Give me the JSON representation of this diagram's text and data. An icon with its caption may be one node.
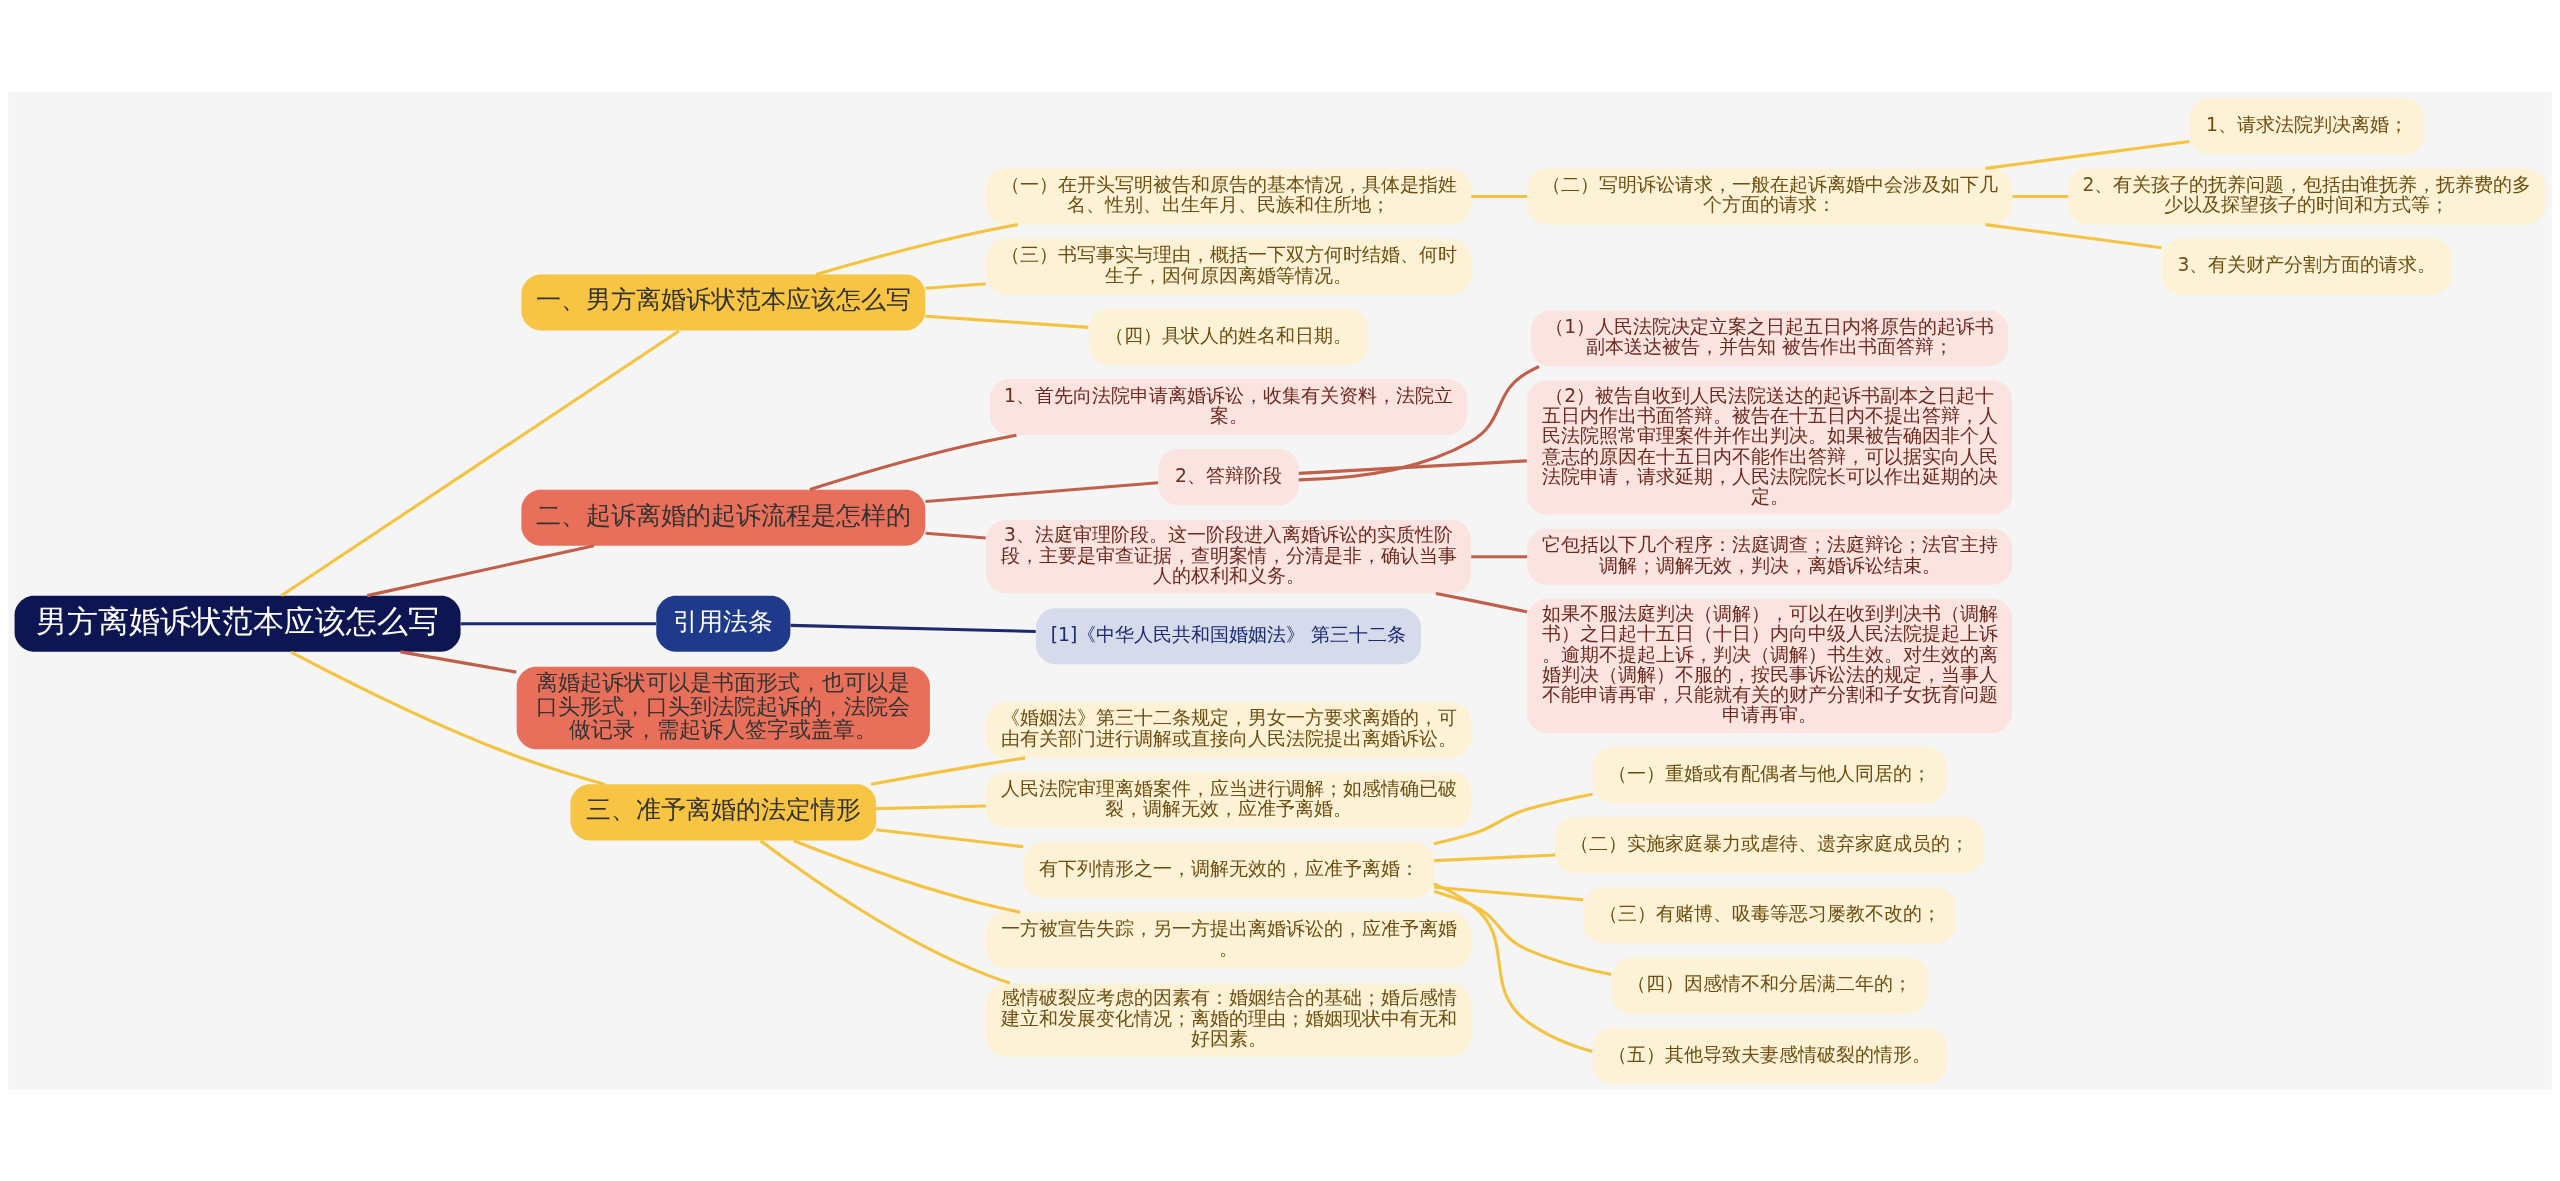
{
  "diagram": {
    "nodes": [
      {
        "text": [
          "男方离婚诉状范本应该怎么写"
        ]
      },
      {
        "text": [
          "一、男方离婚诉状范本应该怎么写"
        ]
      },
      {
        "text": [
          "（一）在开头写明被告和原告的基本情况，具体是指姓名、性别、出生年月、民族和住所地；"
        ]
      },
      {
        "text": [
          "（二）写明诉讼请求，一般在起诉离婚中会涉及如下几个方面的请求："
        ]
      },
      {
        "text": [
          "1、请求法院判决离婚；"
        ]
      },
      {
        "text": [
          "2、有关孩子的抚养问题，包括由谁抚养，抚养费的多少以及探望孩子的时间和方式等；"
        ]
      },
      {
        "text": [
          "3、有关财产分割方面的请求。"
        ]
      },
      {
        "text": [
          "（三）书写事实与理由，概括一下双方何时结婚、何时生子，因何原因离婚等情况。"
        ]
      },
      {
        "text": [
          "（四）具状人的姓名和日期。"
        ]
      },
      {
        "text": [
          "二、起诉离婚的起诉流程是怎样的"
        ]
      },
      {
        "text": [
          "1、首先向法院申请离婚诉讼，收集有关资料，法院立案。"
        ]
      },
      {
        "text": [
          "2、答辩阶段"
        ]
      },
      {
        "text": [
          "（1）人民法院决定立案之日起五日内将原告的起诉书副本送达被告，并告知 被告作出书面答辩；"
        ]
      },
      {
        "text": [
          "（2）被告自收到人民法院送达的起诉书副本之日起十五日内作出书面答辩。被告在十五日内不提出答辩，人民法院照常审理案件并作出判决。如果被告确因非个人意志的原因在十五日内不能作出答辩，可以据实向人民法院申请，请求延期，人民法院院长可以作出延期的决定。"
        ]
      },
      {
        "text": [
          "3、法庭审理阶段。这一阶段进入离婚诉讼的实质性阶段，主要是审查证据，查明案情，分清是非，确认当事人的权利和义务。"
        ]
      },
      {
        "text": [
          "它包括以下几个程序：法庭调查；法庭辩论；法官主持调解；调解无效，判决，离婚诉讼结束。"
        ]
      },
      {
        "text": [
          "如果不服法庭判决（调解），可以在收到判决书（调解书）之日起十五日（十日）内向中级人民法院提起上诉。逾期不提起上诉，判决（调解）书生效。对生效的离婚判决（调解）不服的，按民事诉讼法的规定，当事人不能申请再审，只能就有关的财产分割和子女抚育问题申请再审。"
        ]
      },
      {
        "text": [
          "引用法条"
        ]
      },
      {
        "text": [
          "[1]《中华人民共和国婚姻法》 第三十二条"
        ]
      },
      {
        "text": [
          "离婚起诉状可以是书面形式，也可以是口头形式，口头到法院起诉的，法院会做记录，需起诉人签字或盖章。"
        ]
      },
      {
        "text": [
          "三、准予离婚的法定情形"
        ]
      },
      {
        "text": [
          "《婚姻法》第三十二条规定，男女一方要求离婚的，可由有关部门进行调解或直接向人民法院提出离婚诉讼。"
        ]
      },
      {
        "text": [
          "人民法院审理离婚案件，应当进行调解；如感情确已破裂，调解无效，应准予离婚。"
        ]
      },
      {
        "text": [
          "有下列情形之一，调解无效的，应准予离婚："
        ]
      },
      {
        "text": [
          "（一）重婚或有配偶者与他人同居的；"
        ]
      },
      {
        "text": [
          "（二）实施家庭暴力或虐待、遗弃家庭成员的；"
        ]
      },
      {
        "text": [
          "（三）有赌博、吸毒等恶习屡教不改的；"
        ]
      },
      {
        "text": [
          "（四）因感情不和分居满二年的；"
        ]
      },
      {
        "text": [
          "（五）其他导致夫妻感情破裂的情形。"
        ]
      },
      {
        "text": [
          "一方被宣告失踪，另一方提出离婚诉讼的，应准予离婚。"
        ]
      },
      {
        "text": [
          "感情破裂应考虑的因素有：婚姻结合的基础；婚后感情建立和发展变化情况；离婚的理由；婚姻现状中有无和好因素。"
        ]
      }
    ],
    "edges": [
      {
        "from": 0,
        "to": 1,
        "arrow": "none"
      },
      {
        "from": 1,
        "to": 2,
        "arrow": "none"
      },
      {
        "from": 2,
        "to": 3,
        "arrow": "none"
      },
      {
        "from": 3,
        "to": 4,
        "arrow": "none"
      },
      {
        "from": 3,
        "to": 5,
        "arrow": "none"
      },
      {
        "from": 3,
        "to": 6,
        "arrow": "none"
      },
      {
        "from": 1,
        "to": 7,
        "arrow": "none"
      },
      {
        "from": 1,
        "to": 8,
        "arrow": "none"
      },
      {
        "from": 0,
        "to": 9,
        "arrow": "none",
        "color": "#c0604a"
      },
      {
        "from": 9,
        "to": 10,
        "arrow": "none",
        "color": "#c0604a"
      },
      {
        "from": 9,
        "to": 11,
        "arrow": "none",
        "color": "#c0604a"
      },
      {
        "from": 11,
        "to": 12,
        "arrow": "none",
        "color": "#c0604a"
      },
      {
        "from": 11,
        "to": 13,
        "arrow": "none",
        "color": "#c0604a"
      },
      {
        "from": 9,
        "to": 14,
        "arrow": "none",
        "color": "#c0604a"
      },
      {
        "from": 14,
        "to": 15,
        "arrow": "none",
        "color": "#c0604a"
      },
      {
        "from": 14,
        "to": 16,
        "arrow": "none",
        "color": "#c0604a"
      },
      {
        "from": 0,
        "to": 17,
        "arrow": "none",
        "color": "#1e2a6e"
      },
      {
        "from": 17,
        "to": 18,
        "arrow": "none",
        "color": "#1e2a6e"
      },
      {
        "from": 0,
        "to": 19,
        "arrow": "none",
        "color": "#c0604a"
      },
      {
        "from": 0,
        "to": 20,
        "arrow": "none"
      },
      {
        "from": 20,
        "to": 21,
        "arrow": "none"
      },
      {
        "from": 20,
        "to": 22,
        "arrow": "none"
      },
      {
        "from": 20,
        "to": 23,
        "arrow": "none"
      },
      {
        "from": 23,
        "to": 24,
        "arrow": "none"
      },
      {
        "from": 23,
        "to": 25,
        "arrow": "none"
      },
      {
        "from": 23,
        "to": 26,
        "arrow": "none"
      },
      {
        "from": 23,
        "to": 27,
        "arrow": "none"
      },
      {
        "from": 23,
        "to": 28,
        "arrow": "none"
      },
      {
        "from": 20,
        "to": 29,
        "arrow": "none"
      },
      {
        "from": 20,
        "to": 30,
        "arrow": "none"
      }
    ]
  }
}
